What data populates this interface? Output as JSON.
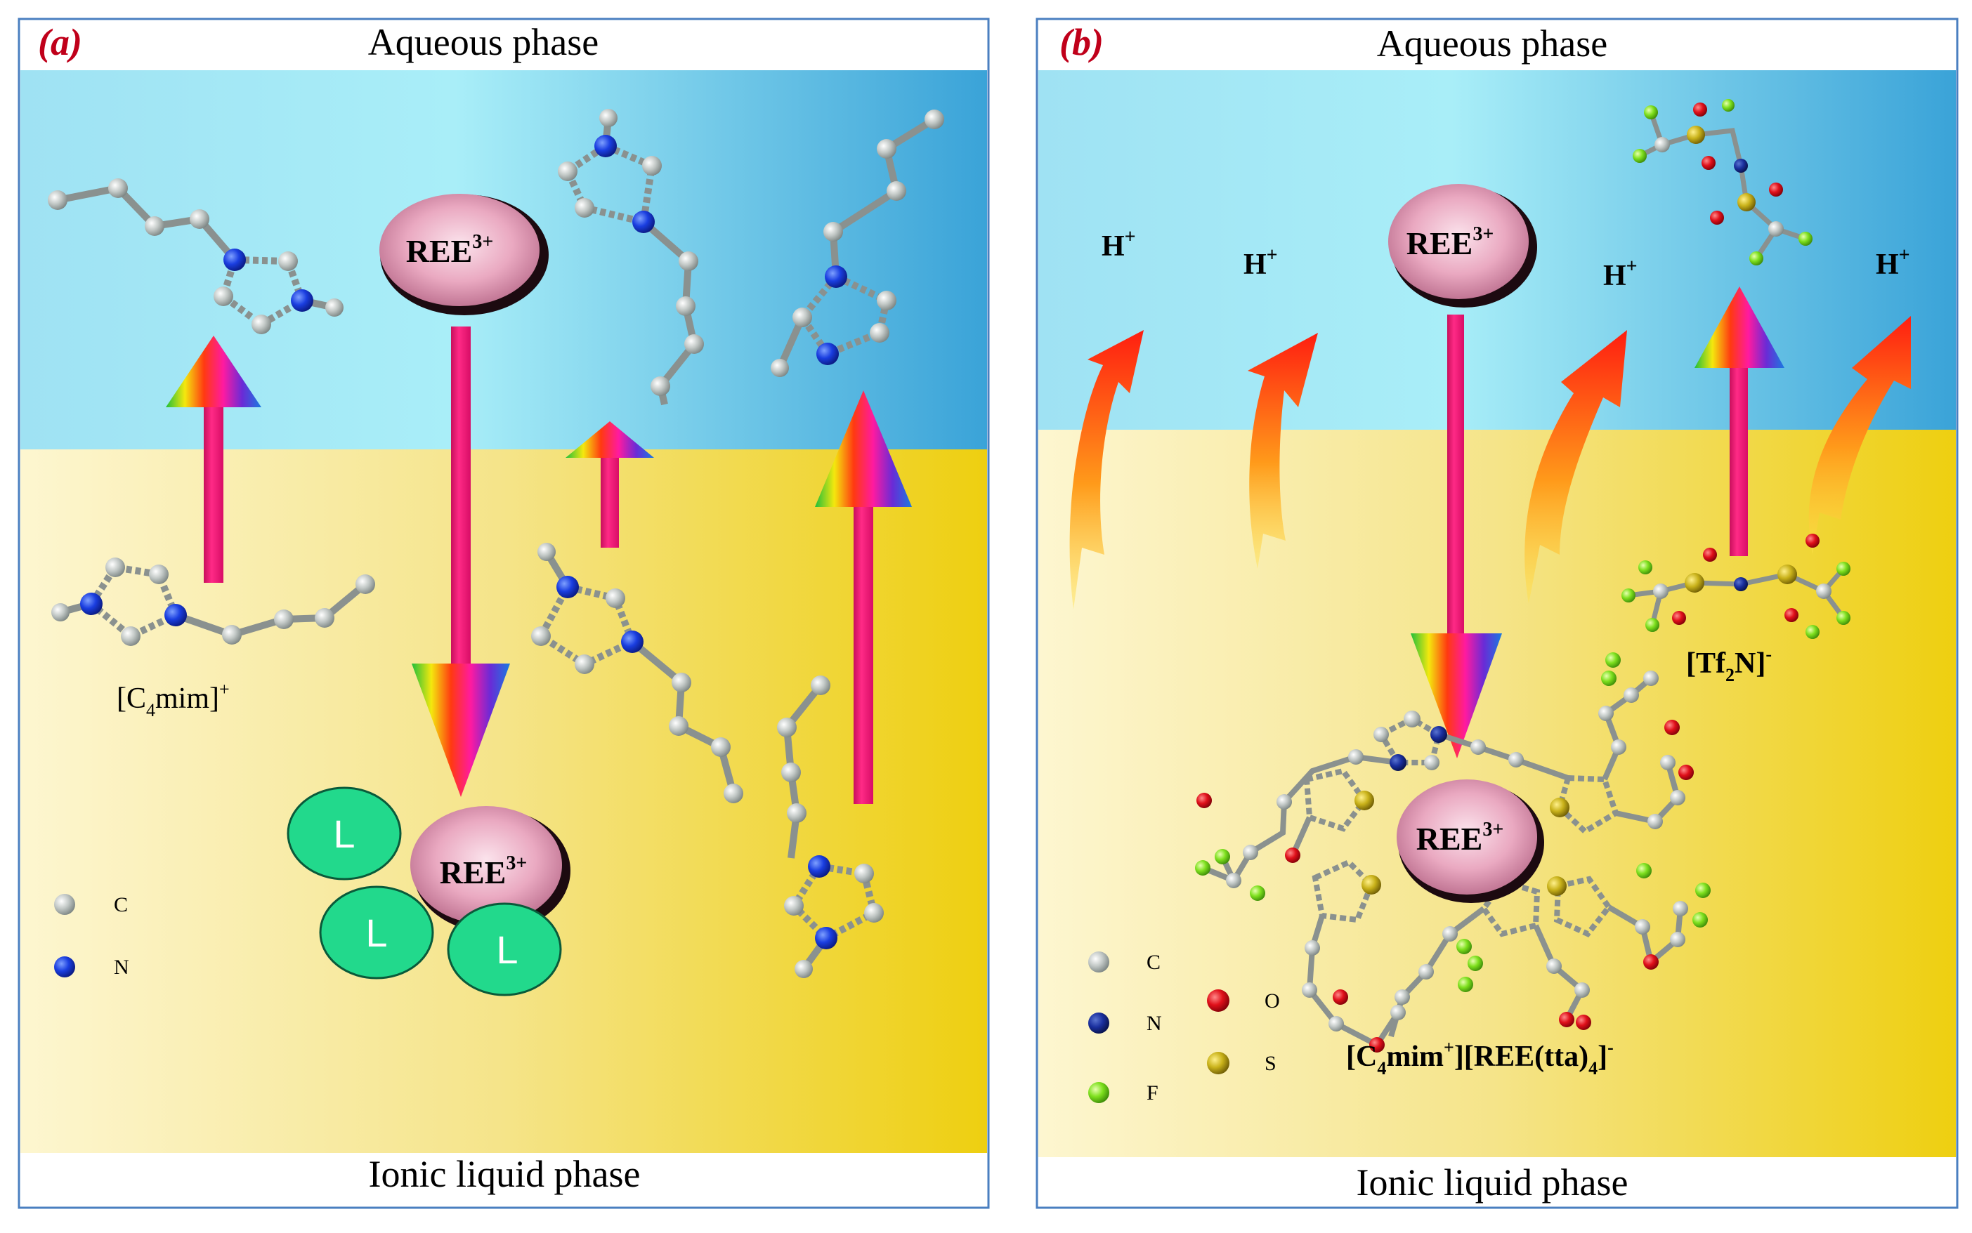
{
  "panel_a": {
    "label": "(a)",
    "top_phase": "Aqueous phase",
    "bottom_phase": "Ionic liquid phase",
    "metal_ion_top": {
      "base": "REE",
      "sup": "3+"
    },
    "metal_ion_complex": {
      "base": "REE",
      "sup": "3+"
    },
    "ligand_label": "L",
    "cation_label": {
      "pre": "[C",
      "sub": "4",
      "post": "mim]",
      "sup": "+"
    },
    "legend": [
      {
        "symbol": "carbon-atom",
        "label": "C",
        "color": "#b9bfbd"
      },
      {
        "symbol": "nitrogen-atom",
        "label": "N",
        "color": "#1233d6"
      }
    ]
  },
  "panel_b": {
    "label": "(b)",
    "top_phase": "Aqueous phase",
    "bottom_phase": "Ionic liquid phase",
    "metal_ion_top": {
      "base": "REE",
      "sup": "3+"
    },
    "metal_ion_complex": {
      "base": "REE",
      "sup": "3+"
    },
    "protons": [
      {
        "base": "H",
        "sup": "+"
      },
      {
        "base": "H",
        "sup": "+"
      },
      {
        "base": "H",
        "sup": "+"
      },
      {
        "base": "H",
        "sup": "+"
      }
    ],
    "anion_label": {
      "pre": "[Tf",
      "sub": "2",
      "post": "N]",
      "sup": "-"
    },
    "complex_label": {
      "p1": "[C",
      "s1": "4",
      "p2": "mim",
      "sup1": "+",
      "p3": "][REE(tta)",
      "s2": "4",
      "p4": "]",
      "sup2": "-"
    },
    "legend": [
      {
        "symbol": "carbon-atom",
        "label": "C",
        "color": "#b9bfbd"
      },
      {
        "symbol": "nitrogen-atom",
        "label": "N",
        "color": "#1a2f9e"
      },
      {
        "symbol": "fluorine-atom",
        "label": "F",
        "color": "#7ee01e"
      },
      {
        "symbol": "oxygen-atom",
        "label": "O",
        "color": "#e0101a"
      },
      {
        "symbol": "sulfur-atom",
        "label": "S",
        "color": "#c9b21a"
      }
    ]
  },
  "colors": {
    "aqueous_light": "#a8ecf7",
    "aqueous_dark": "#2f9fd6",
    "ionic_light": "#fbf3c2",
    "ionic_dark": "#efd217",
    "ree_pink": "#e8a9bf",
    "ligand_green": "#22d98c",
    "arrow_magenta": "#f0147a",
    "proton_arrow": "#ff3a10",
    "label_red": "#c0001a"
  }
}
